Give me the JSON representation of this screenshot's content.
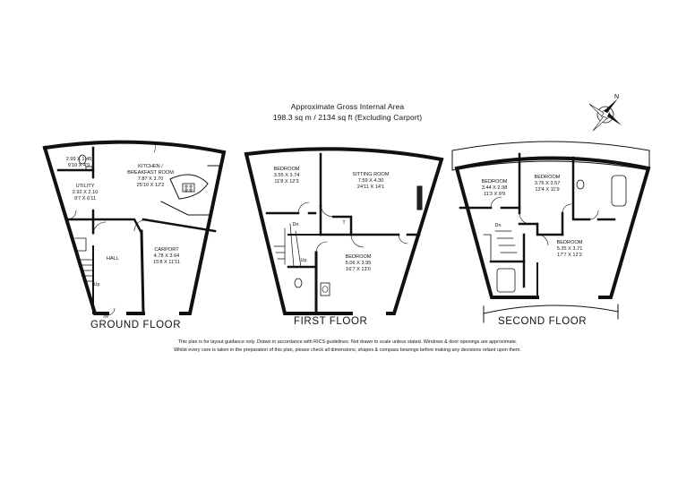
{
  "header": {
    "line1": "Approximate Gross Internal Area",
    "line2": "198.3 sq m / 2134 sq ft (Excluding Carport)"
  },
  "floors": {
    "ground": {
      "title": "GROUND FLOOR",
      "entrance": "IN",
      "rooms": {
        "wc": {
          "dims": "2.99 X 1.45",
          "imperial": "9'10 X 4'9"
        },
        "kitchen": {
          "name1": "KITCHEN /",
          "name2": "BREAKFAST ROOM",
          "dims": "7.87 X 3.70",
          "imperial": "25'10 X 12'2"
        },
        "utility": {
          "name": "UTILITY",
          "dims": "2.92 X 2.10",
          "imperial": "9'7 X 6'11"
        },
        "hall": {
          "name": "HALL"
        },
        "carport": {
          "name": "CARPORT",
          "dims": "4.78 X 3.64",
          "imperial": "15'8 X 11'11"
        }
      },
      "stair_up": "Up"
    },
    "first": {
      "title": "FIRST FLOOR",
      "rooms": {
        "bedroom1": {
          "name": "BEDROOM",
          "dims": "3.55 X 3.74",
          "imperial": "11'8 X 12'3"
        },
        "sitting": {
          "name": "SITTING ROOM",
          "dims": "7.59 X 4.30",
          "imperial": "24'11 X 14'1"
        },
        "bedroom2": {
          "name": "BEDROOM",
          "dims": "5.06 X 3.95",
          "imperial": "16'7 X 13'0"
        }
      },
      "stair_dn": "Dn",
      "stair_up": "Up",
      "cupboard": "T"
    },
    "second": {
      "title": "SECOND FLOOR",
      "rooms": {
        "bedroom1": {
          "name": "BEDROOM",
          "dims": "3.44 X 2.98",
          "imperial": "11'3 X 9'9"
        },
        "bedroom2": {
          "name": "BEDROOM",
          "dims": "3.76 X 3.57",
          "imperial": "12'4 X 11'9"
        },
        "bedroom3": {
          "name": "BEDROOM",
          "dims": "5.35 X 3.71",
          "imperial": "17'7 X 12'2"
        }
      },
      "stair_dn": "Dn"
    }
  },
  "disclaimer": {
    "line1": "This plan is for layout guidance only. Drawn in accordance with RICS guidelines. Not drawn to scale unless stated. Windows & door openings are approximate.",
    "line2": "Whilst every care is taken in the preparation of this plan, please check all dimensions, shapes & compass bearings before making any decisions reliant upon them."
  },
  "compass": {
    "icon": "compass-rose-icon",
    "north": "N"
  }
}
